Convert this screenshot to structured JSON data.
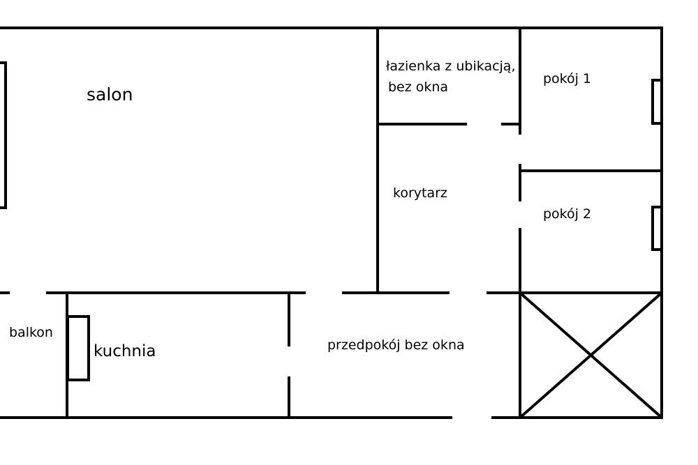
{
  "plan": {
    "rooms": {
      "salon": "salon",
      "lazienka_line1": "łazienka z ubikacją,",
      "lazienka_line2": "bez okna",
      "pokoj1": "pokój 1",
      "pokoj2": "pokój 2",
      "korytarz": "korytarz",
      "balkon": "balkon",
      "kuchnia": "kuchnia",
      "przedpokoj": "przedpokój bez okna"
    },
    "colors": {
      "line": "#000000",
      "background": "#ffffff"
    }
  }
}
